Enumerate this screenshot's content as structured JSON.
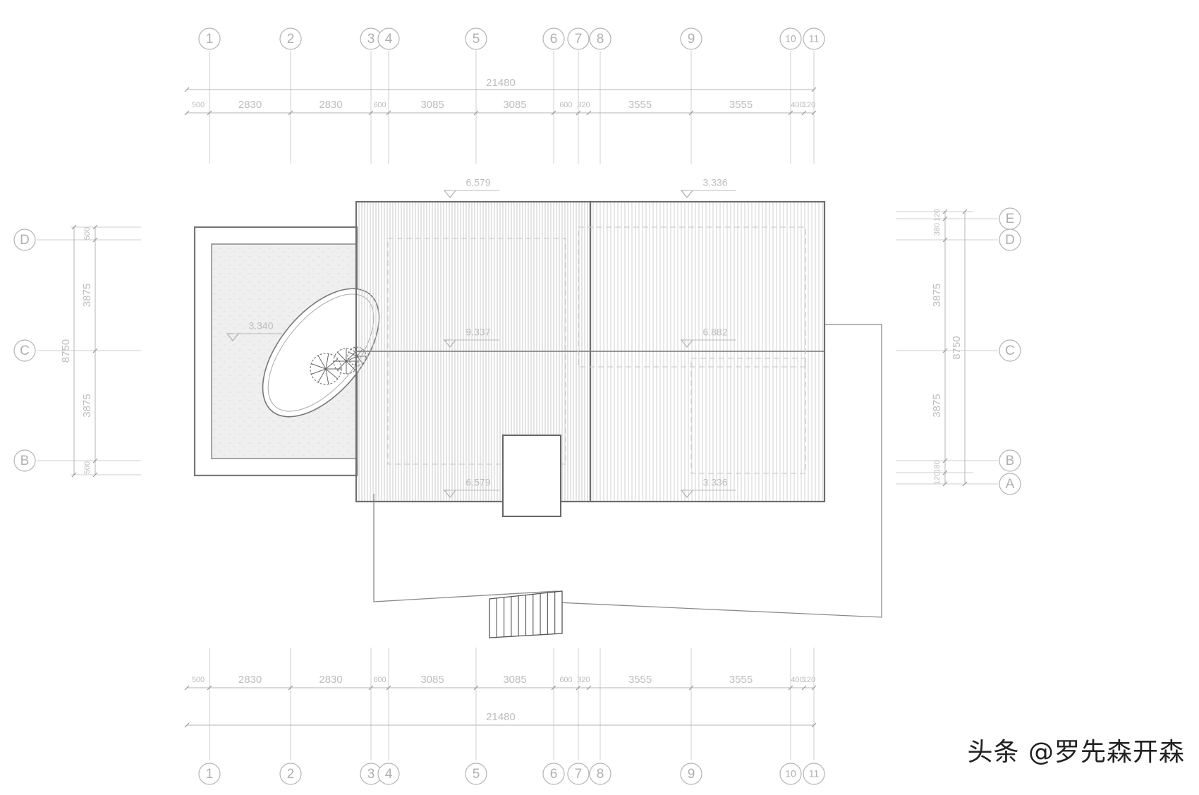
{
  "colors": {
    "background": "#ffffff",
    "gridline": "#cfcfcf",
    "dimension": "#b4b4b4",
    "dim_text": "#bdbdbd",
    "roof_outline": "#707070",
    "hatch": "#c8c8c8",
    "terrace_fill": "#eeeeee",
    "dashed": "#cccccc",
    "site": "#8a8a8a"
  },
  "column_axes": [
    "1",
    "2",
    "3",
    "4",
    "5",
    "6",
    "7",
    "8",
    "9",
    "10",
    "11"
  ],
  "row_axes_left": [
    "D",
    "C",
    "B"
  ],
  "row_axes_right": [
    "E",
    "D",
    "C",
    "B",
    "A"
  ],
  "dimensions": {
    "overall_width": "21480",
    "bay_segments": [
      "500",
      "2830",
      "2830",
      "600",
      "3085",
      "3085",
      "600",
      "320",
      "3555",
      "3555",
      "400",
      "120"
    ],
    "left_segments": [
      "500",
      "3875",
      "3875",
      "500"
    ],
    "left_overall": "8750",
    "right_segments": [
      "120",
      "380",
      "3875",
      "3875",
      "180",
      "120"
    ],
    "right_overall": "8750"
  },
  "elevations": {
    "ridge_left_top": "6.579",
    "ridge_right_top": "3.336",
    "mid_left": "9.337",
    "mid_right": "6.882",
    "eave_left_bottom": "6.579",
    "eave_right_bottom": "3.336",
    "terrace": "3.340"
  },
  "icons": {
    "tree": "tree-icon",
    "stair": "stair-icon",
    "axis_bubble": "axis-bubble-icon",
    "level_marker": "level-triangle-icon"
  },
  "watermark": "头条 @罗先森开森"
}
